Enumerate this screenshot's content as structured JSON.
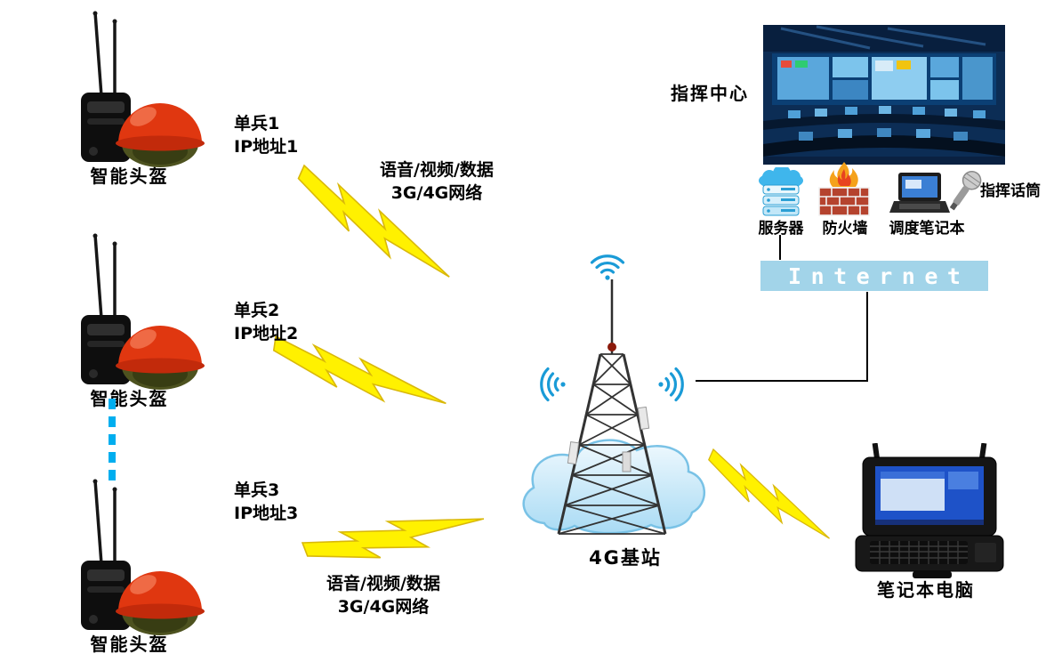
{
  "diagram": {
    "units": [
      {
        "label": "智能头盔",
        "soldier": "单兵1",
        "ip": "IP地址1"
      },
      {
        "label": "智能头盔",
        "soldier": "单兵2",
        "ip": "IP地址2"
      },
      {
        "label": "智能头盔",
        "soldier": "单兵3",
        "ip": "IP地址3"
      }
    ],
    "links": {
      "top": {
        "line1": "语音/视频/数据",
        "line2": "3G/4G网络"
      },
      "bottom": {
        "line1": "语音/视频/数据",
        "line2": "3G/4G网络"
      }
    },
    "base_station_label": "4G基站",
    "command_center_label": "指挥中心",
    "server_label": "服务器",
    "firewall_label": "防火墙",
    "dispatch_laptop_label": "调度笔记本",
    "microphone_label": "指挥话筒",
    "internet_label": "Internet",
    "laptop_label": "笔记本电脑",
    "colors": {
      "bolt_fill": "#fff100",
      "bolt_stroke": "#d9b80a",
      "internet_bar": "#a2d4e9",
      "dotted_line": "#00aeef",
      "wifi": "#1a9bd7",
      "cloud_fill": "#bfe2f5",
      "helmet_red": "#e03710"
    }
  }
}
